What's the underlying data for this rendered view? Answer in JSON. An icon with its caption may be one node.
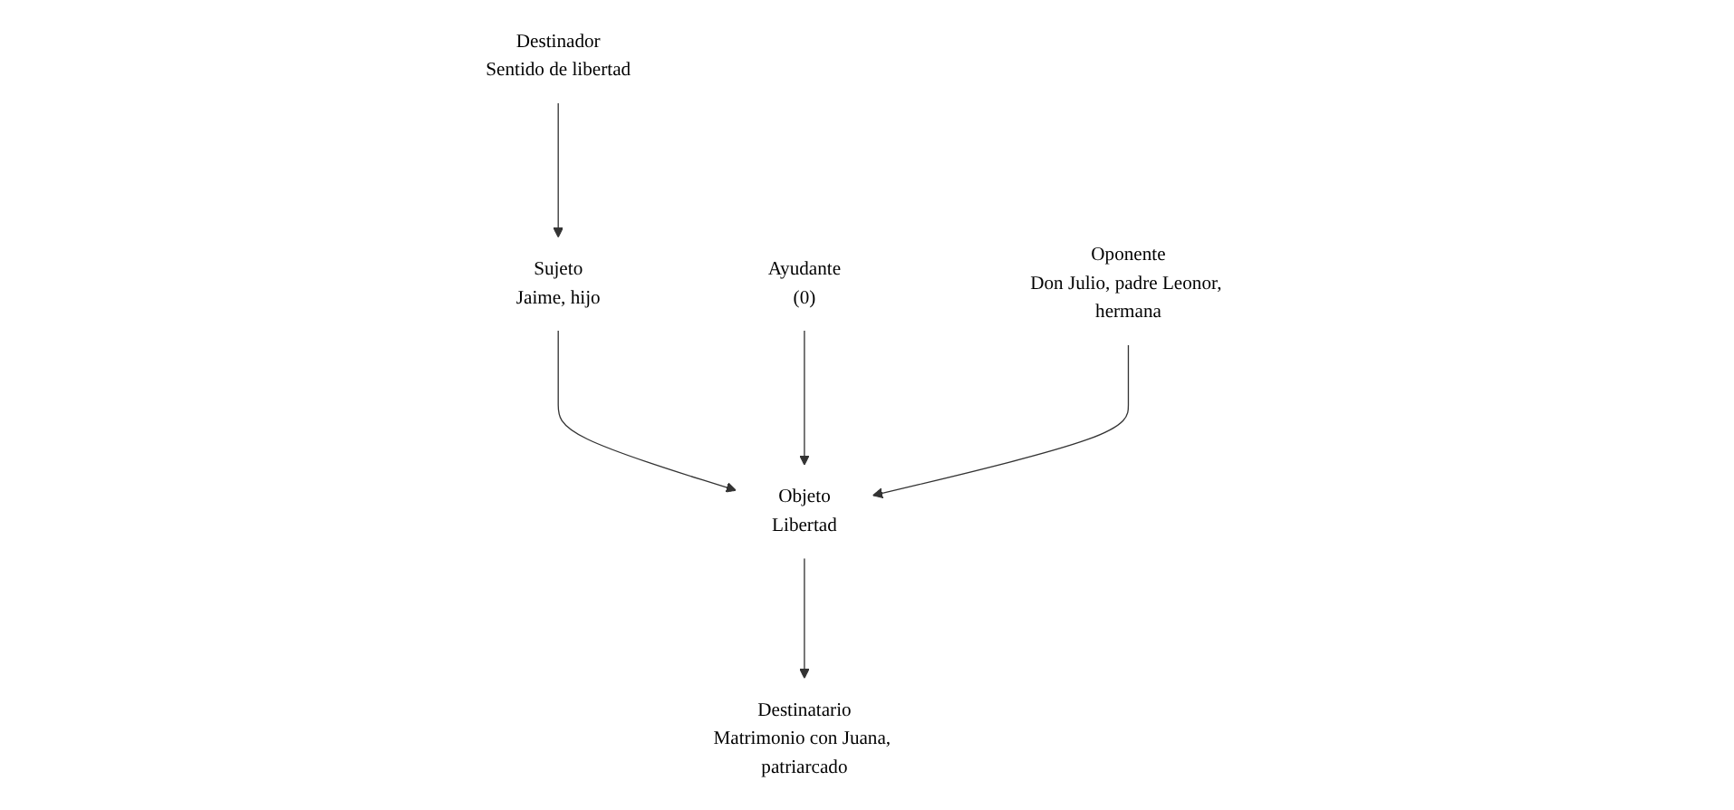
{
  "diagram": {
    "nodes": [
      {
        "text": [
          "Destinador",
          "Sentido de libertad"
        ]
      },
      {
        "text": [
          "Destinatario",
          "Matrimonio con Juana, patriarcado"
        ]
      },
      {
        "text": [
          "Sujeto",
          "Jaime, hijo"
        ]
      },
      {
        "text": [
          "Ayudante",
          "(0)"
        ]
      },
      {
        "text": [
          "Objeto",
          "Libertad"
        ]
      },
      {
        "text": [
          "Oponente",
          "Don Julio, padre Leonor, hermana"
        ]
      }
    ],
    "edges": [
      {
        "from": 0,
        "to": 2,
        "arrow": "to"
      },
      {
        "from": 2,
        "to": 4,
        "arrow": "to"
      },
      {
        "from": 4,
        "to": 1,
        "arrow": "to"
      },
      {
        "from": 3,
        "to": 4,
        "arrow": "to"
      },
      {
        "from": 5,
        "to": 4,
        "arrow": "to"
      }
    ]
  }
}
